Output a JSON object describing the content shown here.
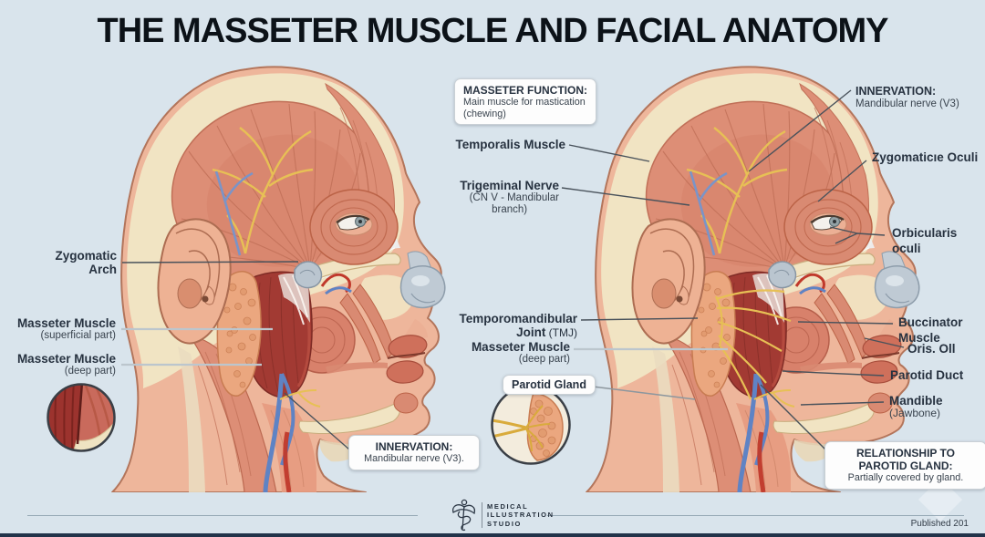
{
  "title": "THE MASSETER MUSCLE AND FACIAL ANATOMY",
  "left_head": {
    "zygomatic_arch": {
      "l1": "Zygomatic",
      "l2": "Arch"
    },
    "masseter_superficial": {
      "l1": "Masseter Muscle",
      "l2": "(superficial part)"
    },
    "masseter_deep": {
      "l1": "Masseter Muscle",
      "l2": "(deep part)"
    },
    "innervation_box": {
      "heading": "INNERVATION:",
      "body": "Mandibular nerve (V3)."
    }
  },
  "center": {
    "function_box": {
      "heading": "MASSETER FUNCTION:",
      "body_l1": "Main muscle for mastication",
      "body_l2": "(chewing)"
    },
    "temporalis": "Temporalis Muscle",
    "trigeminal": {
      "l1": "Trigeminal Nerve",
      "l2": "(CN V - Mandibular",
      "l3": "branch)"
    },
    "tmj": {
      "l1": "Temporomandibular",
      "l2_bold": "Joint",
      "l2_reg": " (TMJ)"
    },
    "masseter_deep": {
      "l1": "Masseter Muscle",
      "l2": "(deep part)"
    },
    "parotid_box": "Parotid Gland"
  },
  "right_head": {
    "innervation": {
      "heading": "INNERVATION:",
      "body": "Mandibular nerve (V3)"
    },
    "zygomatice_oculi": "Zygomaticıe Oculi",
    "orbicularis": {
      "l1": "Orbicularis",
      "l2": "oculi"
    },
    "buccinator": {
      "l1": "Buccinator",
      "l2": "Muscle"
    },
    "oris": "Oris. Oll",
    "parotid_duct": "Parotid Duct",
    "mandible": {
      "l1": "Mandible",
      "l2": "(Jawbone)"
    },
    "relationship_box": {
      "h1": "RELATIONSHIP TO",
      "h2": "PAROTID GLAND:",
      "body": "Partially covered by gland."
    }
  },
  "footer": {
    "studio": {
      "l1": "MEDICAL",
      "l2": "ILLUSTRATION",
      "l3": "STUDIO"
    },
    "published": "Published 201"
  },
  "colors": {
    "background": "#d9e4ec",
    "skin": "#eeb69b",
    "bone_cream": "#f1e4c3",
    "muscle_salmon": "#dd8e76",
    "masseter_red": "#a23a33",
    "parotid_orange": "#eba77f",
    "cartilage_gray": "#bfcad4",
    "nerve_yellow": "#e7c055",
    "vein_blue": "#5f83c4",
    "artery_red": "#c0392b",
    "leader_dark": "#49525b",
    "leader_light": "#bcc6cd"
  }
}
